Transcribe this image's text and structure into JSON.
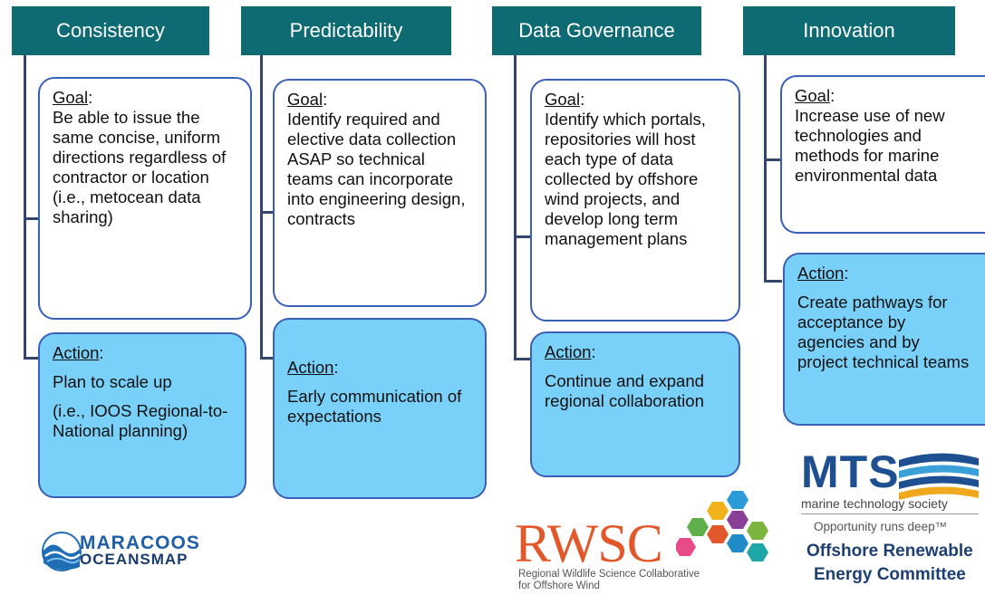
{
  "columns": [
    {
      "header": "Consistency",
      "goal_label": "Goal",
      "goal_text": "Be able to issue the same concise, uniform directions  regardless of contractor or location (i.e., metocean data sharing)",
      "action_label": "Action",
      "action_text": "Plan to scale up",
      "action_text2": "(i.e., IOOS Regional-to-National planning)"
    },
    {
      "header": "Predictability",
      "goal_label": "Goal",
      "goal_text": "Identify required and elective data collection ASAP so technical teams can incorporate into engineering design, contracts",
      "action_label": "Action",
      "action_text": "Early communication of expectations"
    },
    {
      "header": "Data Governance",
      "goal_label": "Goal",
      "goal_text": "Identify which portals, repositories will host each type of data collected by offshore wind projects, and develop long term management plans",
      "action_label": "Action",
      "action_text": "Continue and expand regional collaboration"
    },
    {
      "header": "Innovation",
      "goal_label": "Goal",
      "goal_text": "Increase use of new technologies and methods for marine environmental data",
      "action_label": "Action",
      "action_text": "Create pathways for acceptance by agencies and by project technical teams"
    }
  ],
  "logos": {
    "maracoos_line1": "MARACOOS",
    "maracoos_line2": "OCEANSMAP",
    "rwsc_name": "RWSC",
    "rwsc_sub1": "Regional Wildlife Science Collaborative",
    "rwsc_sub2": "for Offshore Wind",
    "mts_name": "MTS",
    "mts_sub": "marine technology society",
    "mts_tagline": "Opportunity runs deep™",
    "committee_line1": "Offshore Renewable",
    "committee_line2": "Energy Committee"
  },
  "colors": {
    "header_bg": "#0e6b73",
    "goal_border": "#3a5fb8",
    "action_bg": "#79d0f8",
    "connector": "#34466e",
    "mts_blue": "#1d4f91",
    "rwsc_orange": "#e2582b"
  }
}
